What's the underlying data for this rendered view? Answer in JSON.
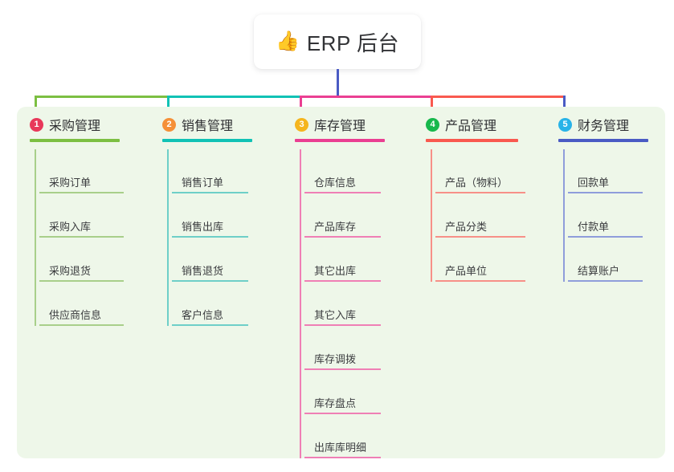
{
  "title": {
    "emoji": "👍",
    "emoji_name": "thumbs-up-emoji",
    "text": "ERP 后台"
  },
  "colors": {
    "panel_background": "#eef7e9",
    "page_background": "#ffffff",
    "root_stem": "#4a5bc4",
    "title_text": "#323336"
  },
  "columns": [
    {
      "number": "1",
      "title": "采购管理",
      "badge_color": "#e8385a",
      "accent": "#7cbf42",
      "leaf_color": "#a8cf8a",
      "items": [
        {
          "label": "采购订单"
        },
        {
          "label": "采购入库"
        },
        {
          "label": "采购退货"
        },
        {
          "label": "供应商信息"
        }
      ]
    },
    {
      "number": "2",
      "title": "销售管理",
      "badge_color": "#f59038",
      "accent": "#11c2b5",
      "leaf_color": "#6ecfc8",
      "items": [
        {
          "label": "销售订单"
        },
        {
          "label": "销售出库"
        },
        {
          "label": "销售退货"
        },
        {
          "label": "客户信息"
        }
      ]
    },
    {
      "number": "3",
      "title": "库存管理",
      "badge_color": "#f5b51e",
      "accent": "#ea3f92",
      "leaf_color": "#ef7fb5",
      "items": [
        {
          "label": "仓库信息"
        },
        {
          "label": "产品库存"
        },
        {
          "label": "其它出库"
        },
        {
          "label": "其它入库"
        },
        {
          "label": "库存调拨"
        },
        {
          "label": "库存盘点"
        },
        {
          "label": "出库库明细"
        }
      ]
    },
    {
      "number": "4",
      "title": "产品管理",
      "badge_color": "#17b84c",
      "accent": "#f9594f",
      "leaf_color": "#f79088",
      "items": [
        {
          "label": "产品（物料）"
        },
        {
          "label": "产品分类"
        },
        {
          "label": "产品单位"
        }
      ]
    },
    {
      "number": "5",
      "title": "财务管理",
      "badge_color": "#28b3e8",
      "accent": "#4a5bc4",
      "leaf_color": "#8f9ddb",
      "items": [
        {
          "label": "回款单"
        },
        {
          "label": "付款单"
        },
        {
          "label": "结算账户"
        }
      ]
    }
  ]
}
